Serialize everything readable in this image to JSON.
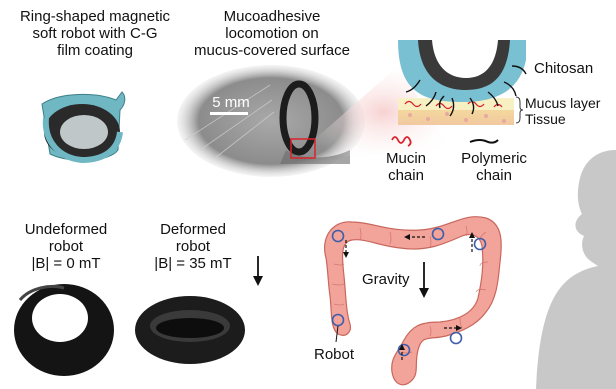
{
  "panel_top_left": {
    "title": [
      "Ring-shaped magnetic",
      "soft robot with C-G",
      "film coating"
    ]
  },
  "panel_top_middle": {
    "title": [
      "Mucoadhesive",
      "locomotion on",
      "mucus-covered surface"
    ],
    "scale_bar": "5 mm"
  },
  "panel_top_right": {
    "chitosan": "Chitosan",
    "mucus_layer": "Mucus layer",
    "tissue": "Tissue",
    "mucin_chain": [
      "Mucin",
      "chain"
    ],
    "polymeric_chain": [
      "Polymeric",
      "chain"
    ]
  },
  "panel_bottom_left": {
    "undeformed": [
      "Undeformed",
      "robot",
      "|B| = 0 mT"
    ],
    "deformed": [
      "Deformed",
      "robot",
      "|B| = 35 mT"
    ]
  },
  "panel_bottom_right": {
    "gravity": "Gravity",
    "robot": "Robot"
  },
  "colors": {
    "coating_teal": "#6fb7c3",
    "colon_pink": "#f2a39a",
    "colon_outline": "#c9675d",
    "robot_circle": "#3f5ea8",
    "silhouette": "#c8c8c8",
    "highlight_red": "#d9242b"
  }
}
